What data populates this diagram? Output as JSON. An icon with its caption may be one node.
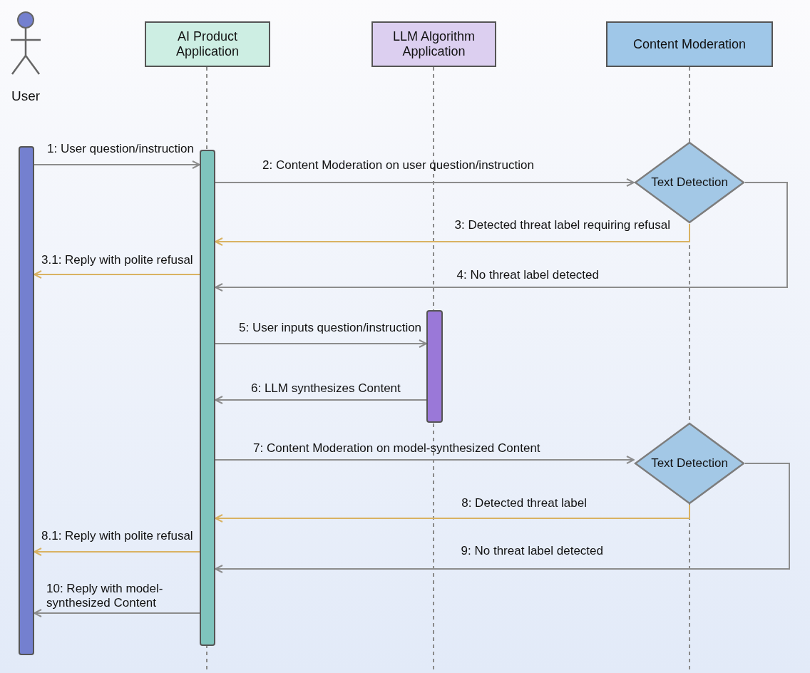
{
  "diagram": {
    "nodes": [
      {
        "text": [
          "User"
        ]
      },
      {
        "text": [
          "AI Product Application"
        ]
      },
      {
        "text": [
          "LLM Algorithm Application"
        ]
      },
      {
        "text": [
          "Content Moderation"
        ]
      },
      {
        "text": [],
        "shape": "bar"
      },
      {
        "text": [],
        "shape": "bar"
      },
      {
        "text": [],
        "shape": "bar"
      },
      {
        "text": [
          "Text Detection"
        ]
      },
      {
        "text": [
          "Text Detection"
        ]
      }
    ],
    "edges": [
      {
        "from": 4,
        "to": 5,
        "arrow": "to",
        "label": "1: User question/instruction"
      },
      {
        "from": 5,
        "to": 7,
        "arrow": "to",
        "label": "2: Content Moderation on user question/instruction"
      },
      {
        "from": 7,
        "to": 5,
        "arrow": "to",
        "label": "3: Detected threat label requiring refusal",
        "color": "#d9b262"
      },
      {
        "from": 5,
        "to": 4,
        "arrow": "to",
        "label": "3.1: Reply with polite refusal",
        "color": "#d9b262"
      },
      {
        "from": 7,
        "to": 5,
        "arrow": "to",
        "label": "4: No threat label detected"
      },
      {
        "from": 5,
        "to": 6,
        "arrow": "to",
        "label": "5: User inputs question/instruction"
      },
      {
        "from": 6,
        "to": 5,
        "arrow": "to",
        "label": "6: LLM synthesizes Content"
      },
      {
        "from": 5,
        "to": 8,
        "arrow": "to",
        "label": "7: Content Moderation on model-synthesized Content"
      },
      {
        "from": 8,
        "to": 5,
        "arrow": "to",
        "label": "8: Detected threat label",
        "color": "#d9b262"
      },
      {
        "from": 5,
        "to": 4,
        "arrow": "to",
        "label": "8.1: Reply with polite refusal",
        "color": "#d9b262"
      },
      {
        "from": 8,
        "to": 5,
        "arrow": "to",
        "label": "9: No threat label detected"
      },
      {
        "from": 5,
        "to": 4,
        "arrow": "to",
        "label": "10: Reply with model-synthesized Content"
      }
    ]
  }
}
